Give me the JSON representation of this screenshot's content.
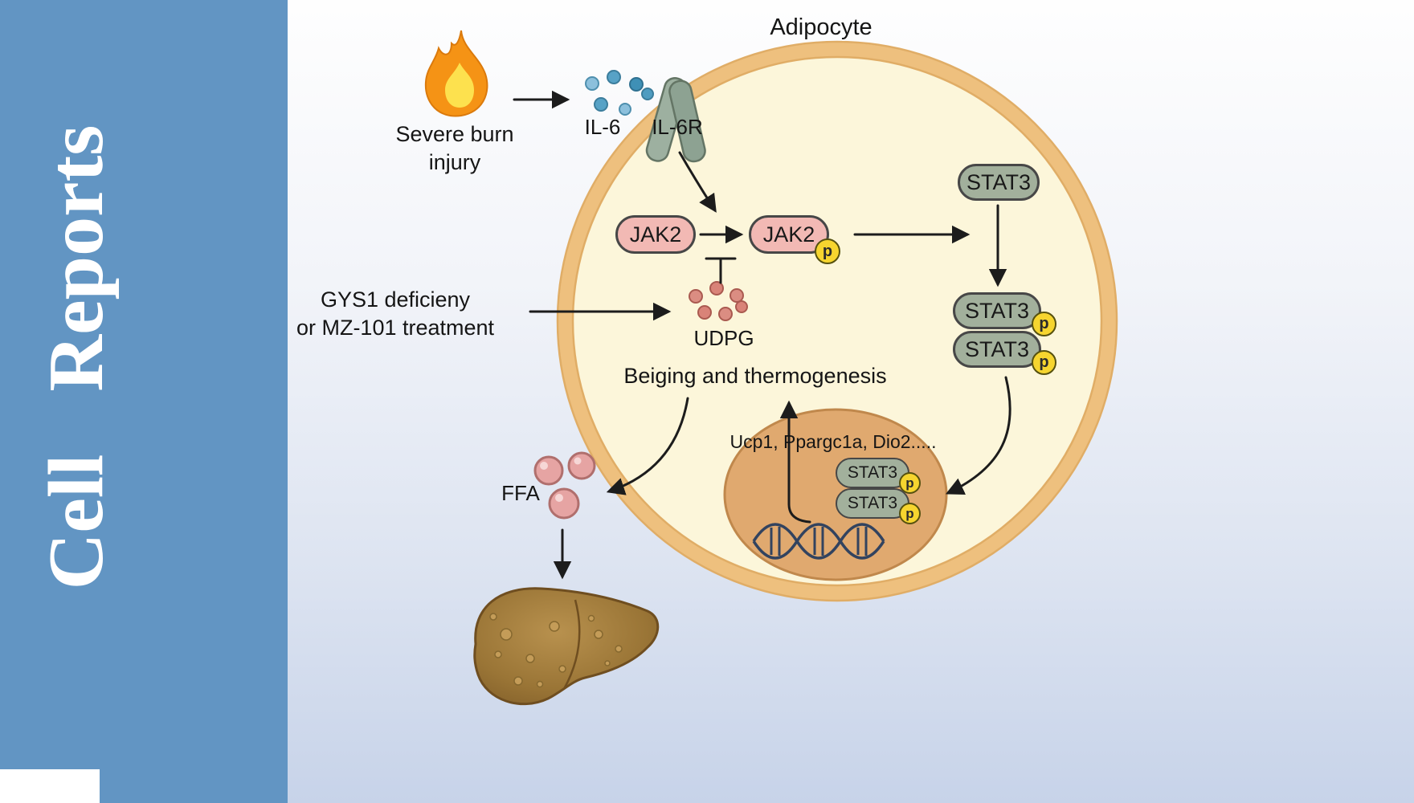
{
  "journal": {
    "name": "Cell Reports",
    "display_words": [
      "Cell",
      "Reports"
    ]
  },
  "figure": {
    "cell_label": "Adipocyte",
    "burn": {
      "line1": "Severe burn",
      "line2": "injury"
    },
    "il6_label": "IL-6",
    "il6r_label": "IL-6R",
    "jak2_label": "JAK2",
    "stat3_label": "STAT3",
    "phospho_label": "p",
    "gys1": {
      "line1": "GYS1 deficieny",
      "line2": "or MZ-101 treatment"
    },
    "udpg_label": "UDPG",
    "beiging_label": "Beiging and thermogenesis",
    "genes_label": "Ucp1, Ppargc1a, Dio2.....",
    "ffa_label": "FFA",
    "icons": {
      "fire": "fire-icon",
      "il6_molecules": "il6-molecules-icon",
      "il6r_receptor": "il6r-receptor-icon",
      "udpg_molecules": "udpg-molecules-icon",
      "ffa_molecules": "ffa-molecules-icon",
      "nucleus": "nucleus-icon",
      "dna": "dna-helix-icon",
      "liver": "liver-icon"
    },
    "colors": {
      "sidebar_blue": "#6295c3",
      "membrane_tan": "#eec07e",
      "cytoplasm_cream": "#fcf6da",
      "nucleus_tan": "#e0a96f",
      "jak_pink": "#f2b9b4",
      "stat_green": "#a2b09c",
      "phospho_yellow": "#f6d52f",
      "il6_blue": "#57a2c6",
      "udpg_red": "#db8d82",
      "ffa_pink": "#e6a4a3",
      "liver_brown": "#9a7536",
      "arrow_black": "#1c1c1c"
    }
  }
}
